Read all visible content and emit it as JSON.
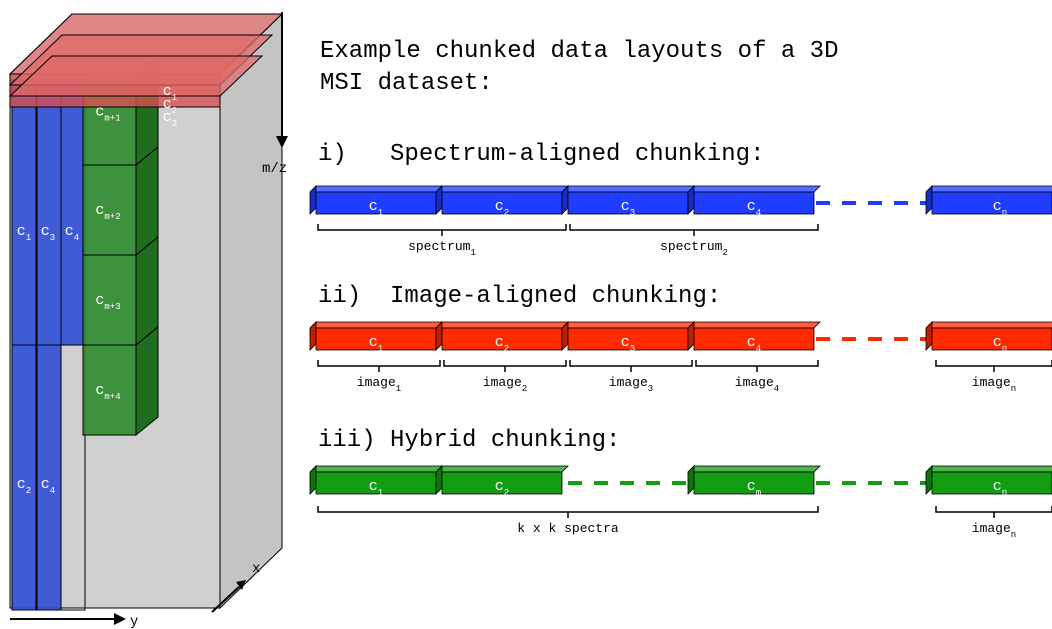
{
  "title": {
    "line1": "Example chunked data layouts of a 3D",
    "line2": "MSI dataset:"
  },
  "cube": {
    "axis_mz": "m/z",
    "axis_x": "x",
    "axis_y": "y",
    "top_slabs": [
      {
        "base": "c",
        "sub": "1"
      },
      {
        "base": "c",
        "sub": "2"
      },
      {
        "base": "c",
        "sub": "3"
      }
    ],
    "blue_columns_top": [
      {
        "base": "c",
        "sub": "1"
      },
      {
        "base": "c",
        "sub": "3"
      },
      {
        "base": "c",
        "sub": "4"
      }
    ],
    "blue_columns_bottom": [
      {
        "base": "c",
        "sub": "2"
      },
      {
        "base": "c",
        "sub": "4"
      }
    ],
    "green_blocks": [
      {
        "base": "c",
        "sub": "m+1"
      },
      {
        "base": "c",
        "sub": "m+2"
      },
      {
        "base": "c",
        "sub": "m+3"
      },
      {
        "base": "c",
        "sub": "m+4"
      }
    ]
  },
  "sections": [
    {
      "heading": "i)   Spectrum-aligned chunking:",
      "color": "#1f3cff",
      "chunks": [
        {
          "base": "c",
          "sub": "1"
        },
        {
          "base": "c",
          "sub": "2"
        },
        {
          "base": "c",
          "sub": "3"
        },
        {
          "base": "c",
          "sub": "4"
        }
      ],
      "last_chunk": {
        "base": "c",
        "sub": "n"
      },
      "braces": [
        {
          "base": "spectrum",
          "sub": "1"
        },
        {
          "base": "spectrum",
          "sub": "2"
        }
      ],
      "last_brace": null
    },
    {
      "heading": "ii)  Image-aligned chunking:",
      "color": "#ff2a00",
      "chunks": [
        {
          "base": "c",
          "sub": "1"
        },
        {
          "base": "c",
          "sub": "2"
        },
        {
          "base": "c",
          "sub": "3"
        },
        {
          "base": "c",
          "sub": "4"
        }
      ],
      "last_chunk": {
        "base": "c",
        "sub": "n"
      },
      "braces": [
        {
          "base": "image",
          "sub": "1"
        },
        {
          "base": "image",
          "sub": "2"
        },
        {
          "base": "image",
          "sub": "3"
        },
        {
          "base": "image",
          "sub": "4"
        }
      ],
      "last_brace": {
        "base": "image",
        "sub": "n"
      }
    },
    {
      "heading": "iii) Hybrid chunking:",
      "color": "#129c12",
      "chunks": [
        {
          "base": "c",
          "sub": "1"
        },
        {
          "base": "c",
          "sub": "2"
        },
        {
          "base": "c",
          "sub": "m"
        }
      ],
      "last_chunk": {
        "base": "c",
        "sub": "n"
      },
      "braces": [
        {
          "text": "k x k spectra"
        }
      ],
      "last_brace": {
        "base": "image",
        "sub": "n"
      }
    }
  ]
}
